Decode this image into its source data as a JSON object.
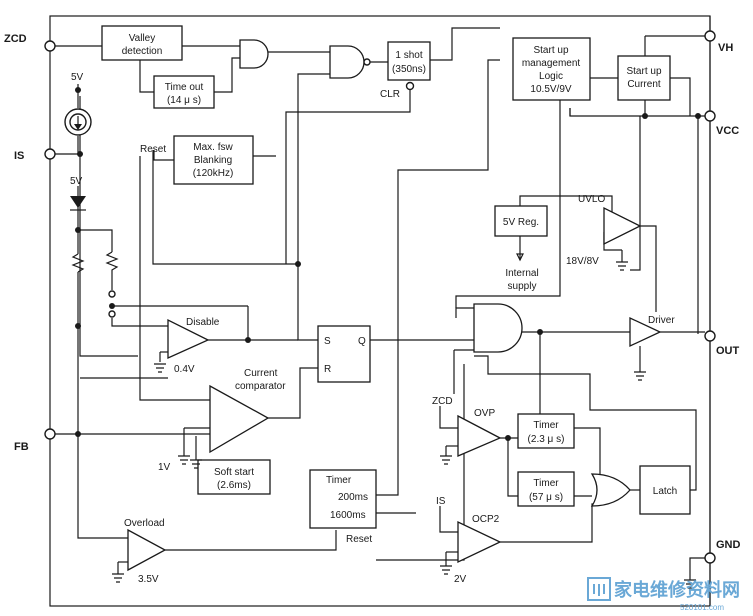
{
  "pins": {
    "zcd": "ZCD",
    "is": "IS",
    "fb": "FB",
    "vh": "VH",
    "vcc": "VCC",
    "out": "OUT",
    "gnd": "GND"
  },
  "blocks": {
    "valley": [
      "Valley",
      "detection"
    ],
    "timeout": [
      "Time out",
      "(14 μ s)"
    ],
    "maxfsw": [
      "Max. fsw",
      "Blanking",
      "(120kHz)"
    ],
    "oneshot": [
      "1 shot",
      "(350ns)"
    ],
    "startup_logic": [
      "Start up",
      "management",
      "Logic",
      "10.5V/9V"
    ],
    "startup_current": [
      "Start up",
      "Current"
    ],
    "reg5v": "5V Reg.",
    "softstart": [
      "Soft start",
      "(2.6ms)"
    ],
    "timer_main": "Timer",
    "timer_200": "200ms",
    "timer_1600": "1600ms",
    "timer_23": [
      "Timer",
      "(2.3 μ s)"
    ],
    "timer_57": [
      "Timer",
      "(57 μ s)"
    ],
    "latch": "Latch",
    "sr_s": "S",
    "sr_r": "R",
    "sr_q": "Q"
  },
  "labels": {
    "clr": "CLR",
    "reset1": "Reset",
    "reset2": "Reset",
    "v5_top": "5V",
    "v5_mid": "5V",
    "disable": "Disable",
    "v04": "0.4V",
    "current_comp": [
      "Current",
      "comparator"
    ],
    "v1": "1V",
    "overload": "Overload",
    "v35": "3.5V",
    "uvlo": "UVLO",
    "uvlo_v": "18V/8V",
    "internal_supply": [
      "Internal",
      "supply"
    ],
    "driver": "Driver",
    "ovp": "OVP",
    "ocp2": "OCP2",
    "zcd_in": "ZCD",
    "is_in": "IS",
    "v2": "2V"
  },
  "watermark": {
    "cn": "家电维修资料网",
    "url": "520101.com"
  }
}
